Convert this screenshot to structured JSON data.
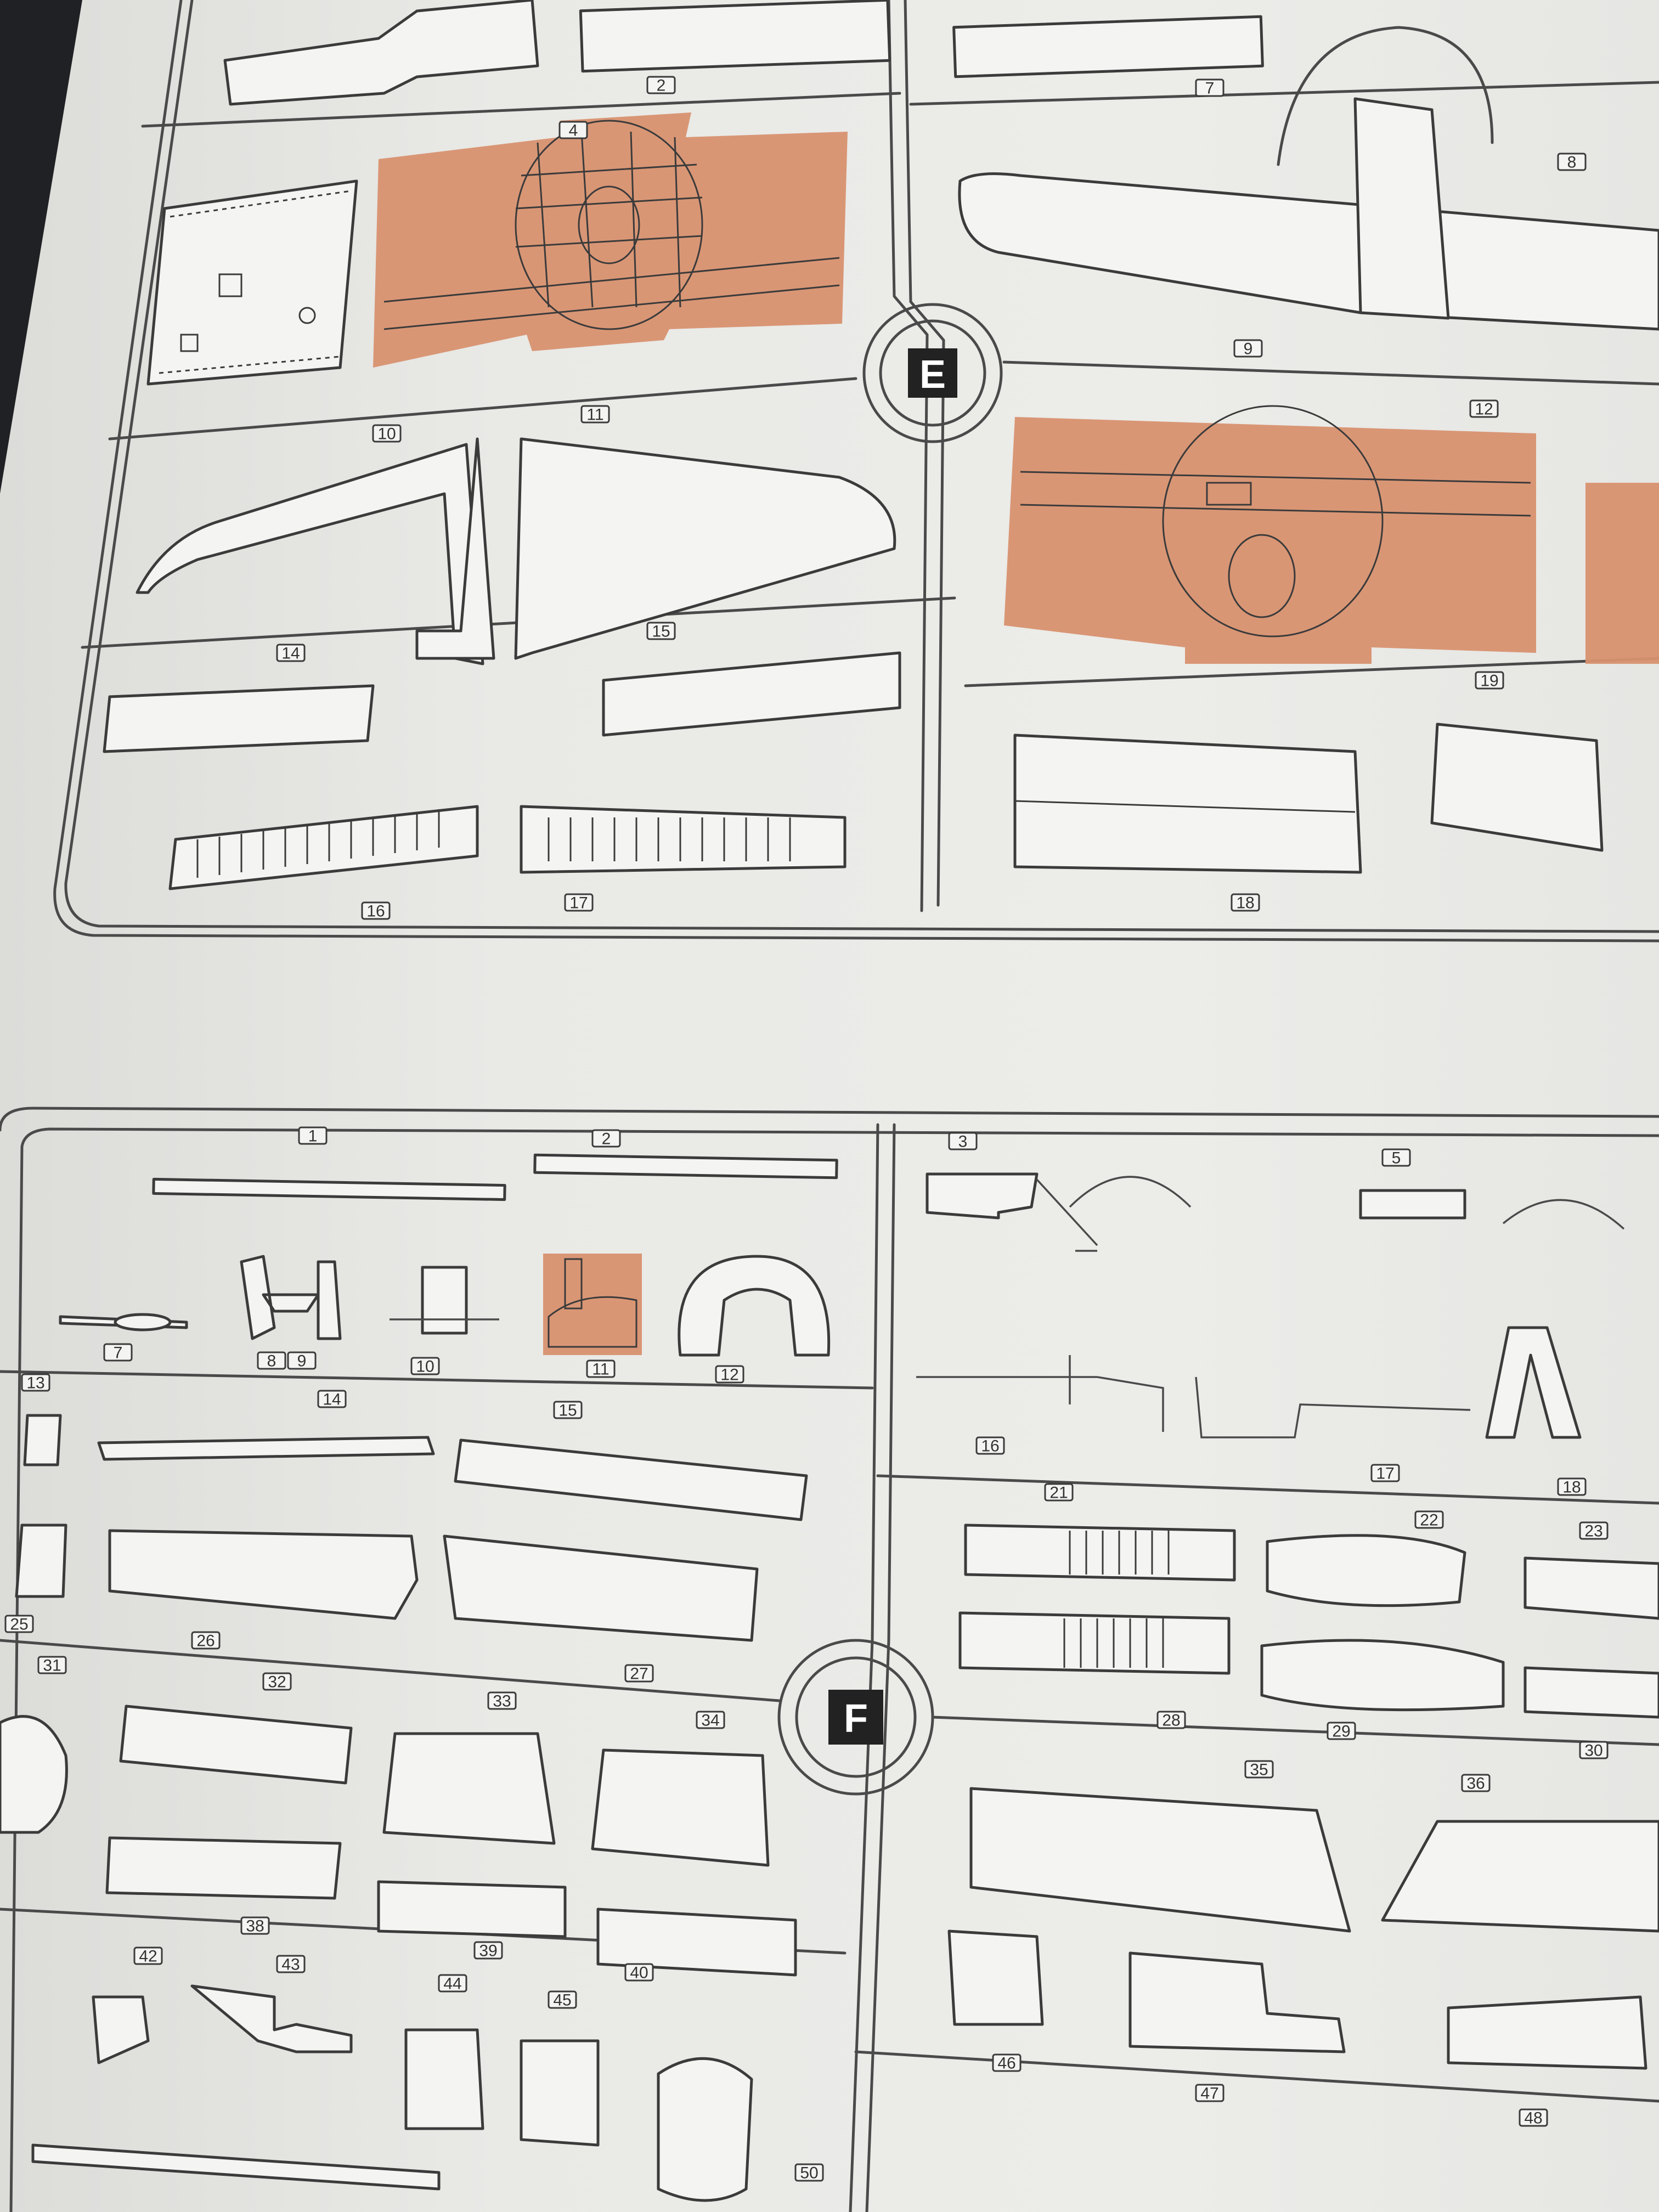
{
  "highlight_color": "#d8916f",
  "sprue_e": {
    "badge": "E",
    "part_numbers": [
      "2",
      "4",
      "7",
      "8",
      "9",
      "10",
      "11",
      "12",
      "14",
      "15",
      "16",
      "17",
      "18",
      "19"
    ]
  },
  "sprue_f": {
    "badge": "F",
    "part_numbers": [
      "1",
      "2",
      "3",
      "5",
      "7",
      "8",
      "9",
      "10",
      "11",
      "12",
      "13",
      "14",
      "15",
      "16",
      "17",
      "18",
      "21",
      "22",
      "23",
      "25",
      "26",
      "27",
      "28",
      "29",
      "30",
      "31",
      "32",
      "33",
      "34",
      "35",
      "36",
      "38",
      "39",
      "40",
      "42",
      "43",
      "44",
      "45",
      "46",
      "47",
      "48",
      "50"
    ]
  }
}
